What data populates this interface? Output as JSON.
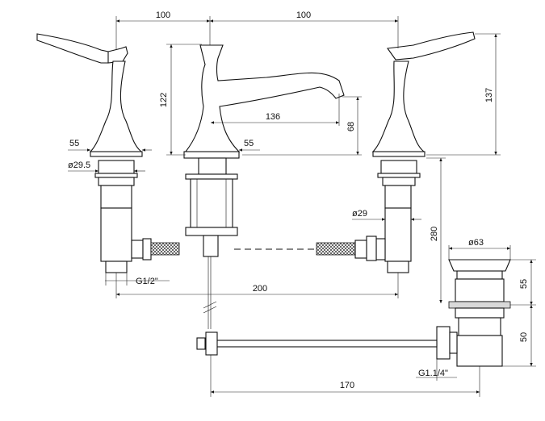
{
  "dimensions": {
    "top_left_spacing": "100",
    "top_right_spacing": "100",
    "spout_height": "122",
    "handle_height": "137",
    "spout_reach": "136",
    "spout_clearance": "68",
    "left_base": "55",
    "center_base": "55",
    "left_shank_dia": "ø29.5",
    "right_shank_dia": "ø29",
    "mounting_height": "280",
    "drain_dia": "ø63",
    "drain_upper": "55",
    "drain_lower": "50",
    "inlet_thread": "G1/2\"",
    "centers_spacing": "200",
    "drain_thread": "G1.1/4\"",
    "drain_reach": "170"
  }
}
